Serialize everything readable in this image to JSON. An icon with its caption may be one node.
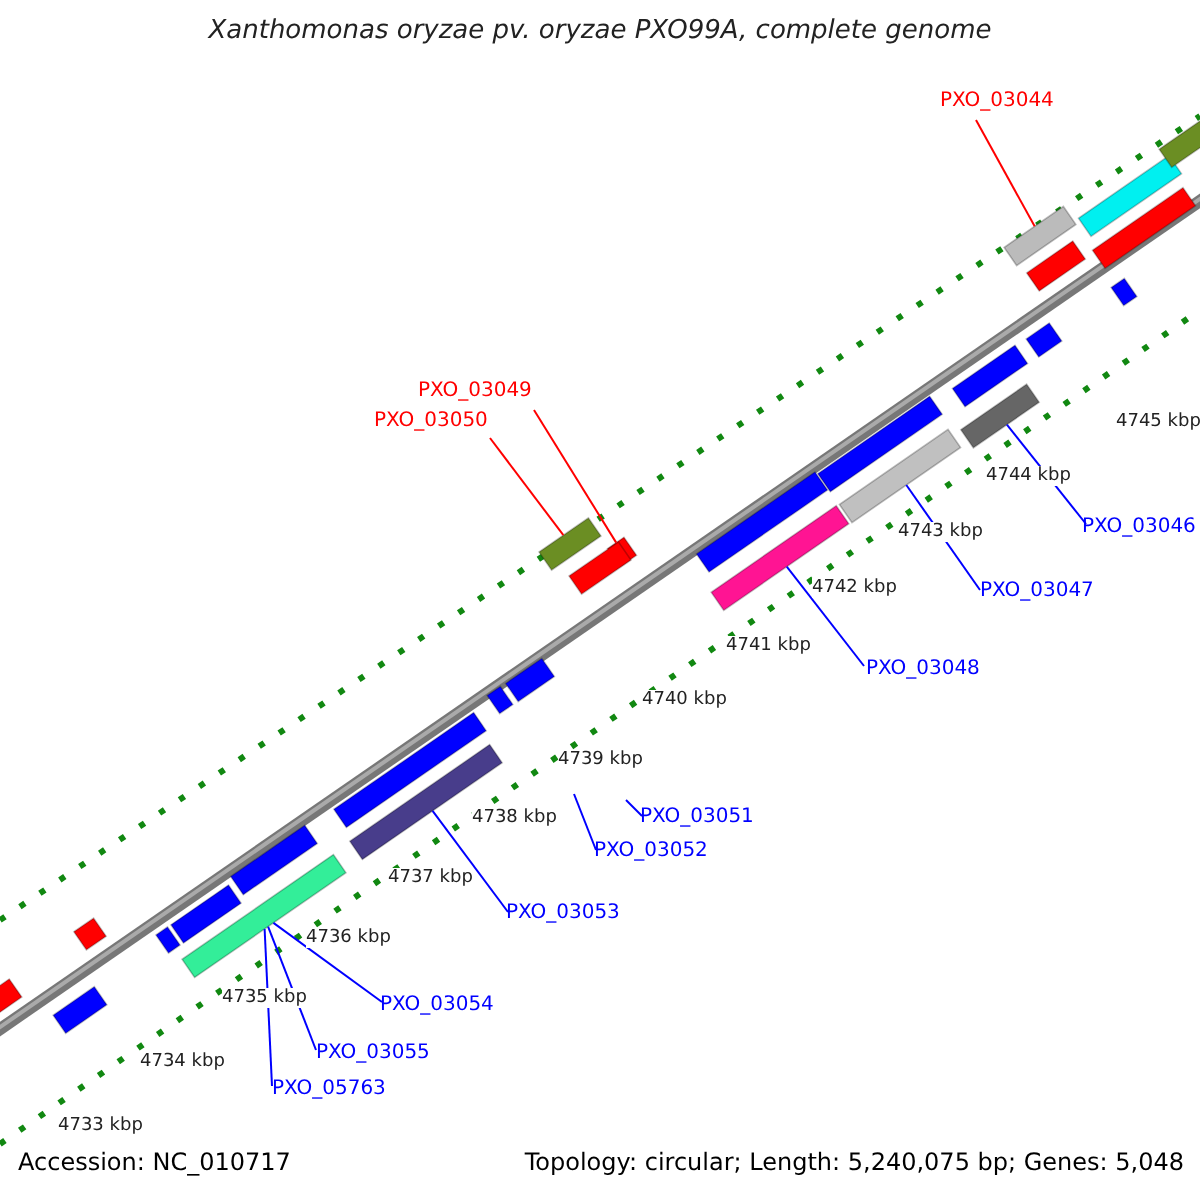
{
  "diagram": {
    "title": "Xanthomonas oryzae pv. oryzae PXO99A, complete genome",
    "nodes": [
      {
        "text": [
          "PXO_03044"
        ]
      },
      {
        "text": [],
        "shape": "bar"
      },
      {
        "text": [
          "PXO_03049"
        ]
      },
      {
        "text": [
          "PXO_03050"
        ]
      },
      {
        "text": [],
        "shape": "bar"
      },
      {
        "text": [],
        "shape": "bar"
      },
      {
        "text": [
          "PXO_03046"
        ]
      },
      {
        "text": [],
        "shape": "bar"
      },
      {
        "text": [
          "PXO_03047"
        ]
      },
      {
        "text": [],
        "shape": "bar"
      },
      {
        "text": [
          "PXO_03048"
        ]
      },
      {
        "text": [],
        "shape": "bar"
      },
      {
        "text": [
          "PXO_03051"
        ]
      },
      {
        "text": [
          "PXO_03052"
        ]
      },
      {
        "text": [
          "PXO_03053"
        ]
      },
      {
        "text": [],
        "shape": "bar"
      },
      {
        "text": [
          "PXO_03054"
        ]
      },
      {
        "text": [
          "PXO_03055"
        ]
      },
      {
        "text": [],
        "shape": "bar"
      },
      {
        "text": [
          "PXO_05763"
        ]
      },
      {
        "text": [],
        "shape": "bar"
      },
      {
        "text": [],
        "shape": "bar"
      },
      {
        "text": [],
        "shape": "bar"
      },
      {
        "text": [],
        "shape": "bar"
      },
      {
        "text": [],
        "shape": "bar"
      },
      {
        "text": [],
        "shape": "bar"
      },
      {
        "text": [],
        "shape": "bar"
      },
      {
        "text": [],
        "shape": "bar"
      },
      {
        "text": [],
        "shape": "bar"
      },
      {
        "text": [],
        "shape": "bar"
      },
      {
        "text": [],
        "shape": "bar"
      },
      {
        "text": [],
        "shape": "bar"
      },
      {
        "text": [],
        "shape": "bar"
      },
      {
        "text": [],
        "shape": "bar"
      },
      {
        "text": [],
        "shape": "bar"
      },
      {
        "text": [],
        "shape": "bar"
      },
      {
        "text": [],
        "shape": "bar"
      },
      {
        "text": [],
        "shape": "bar"
      },
      {
        "text": [],
        "shape": "bar"
      }
    ],
    "edges": [
      {
        "from": 0,
        "to": 1,
        "arrow": "none",
        "color": "#ff0000"
      },
      {
        "from": 2,
        "to": 5,
        "arrow": "none",
        "color": "#ff0000"
      },
      {
        "from": 3,
        "to": 4,
        "arrow": "none",
        "color": "#ff0000"
      },
      {
        "from": 6,
        "to": 7,
        "arrow": "none"
      },
      {
        "from": 8,
        "to": 9,
        "arrow": "none"
      },
      {
        "from": 10,
        "to": 11,
        "arrow": "none"
      },
      {
        "from": 12,
        "to": null,
        "arrow": "none"
      },
      {
        "from": 13,
        "to": null,
        "arrow": "none"
      },
      {
        "from": 14,
        "to": 15,
        "arrow": "none"
      },
      {
        "from": 16,
        "to": 18,
        "arrow": "none"
      },
      {
        "from": 17,
        "to": 18,
        "arrow": "none"
      },
      {
        "from": 19,
        "to": 18,
        "arrow": "none"
      }
    ],
    "labels": [
      "4745 kbp",
      "4744 kbp",
      "4743 kbp",
      "4742 kbp",
      "4741 kbp",
      "4740 kbp",
      "4739 kbp",
      "4738 kbp",
      "4737 kbp",
      "4736 kbp",
      "4735 kbp",
      "4734 kbp",
      "4733 kbp",
      "Accession: NC_010717",
      "Topology: circular; Length: 5,240,075 bp; Genes: 5,048"
    ]
  }
}
